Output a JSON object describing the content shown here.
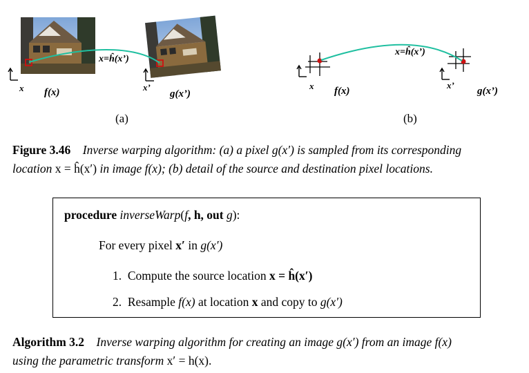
{
  "figure": {
    "panel_a": {
      "formula_label": "x=ĥ(x’)",
      "source_axis_label": "x",
      "source_image_label": "f(x)",
      "dest_axis_label": "x’",
      "dest_image_label": "g(x’)",
      "panel_label": "(a)"
    },
    "panel_b": {
      "formula_label": "x=ĥ(x’)",
      "source_axis_label": "x",
      "source_image_label": "f(x)",
      "dest_axis_label": "x’",
      "dest_image_label": "g(x’)",
      "panel_label": "(b)"
    },
    "caption": {
      "number": "Figure 3.46",
      "text_1": "Inverse warping algorithm: (a) a pixel ",
      "m1": "g(x′)",
      "text_2": " is sampled from its corresponding",
      "text_3": "location ",
      "m2": "x = ĥ(x′)",
      "text_4": " in image ",
      "m3": "f(x)",
      "text_5": "; (b) detail of the source and destination pixel locations."
    },
    "colors": {
      "curve": "#1fbfa0",
      "pixel_marker": "#cc1111"
    }
  },
  "algorithm": {
    "procedure_keyword": "procedure",
    "procedure_name": "inverseWarp",
    "procedure_args_open": "(",
    "arg_f": "f",
    "arg_h": ", h, ",
    "out_keyword": "out",
    "arg_g": "g",
    "procedure_args_close": "):",
    "loop_line_text": "For every pixel ",
    "loop_line_math1": "x′",
    "loop_line_in": " in ",
    "loop_line_math2": "g(x′)",
    "step1_number": "1.",
    "step1_text": "Compute the source location ",
    "step1_math": "x = ĥ(x′)",
    "step2_number": "2.",
    "step2_text_a": "Resample ",
    "step2_math_a": "f(x)",
    "step2_text_b": " at location ",
    "step2_math_b": "x",
    "step2_text_c": " and copy to ",
    "step2_math_c": "g(x′)"
  },
  "algo_caption": {
    "number": "Algorithm 3.2",
    "text_1": "Inverse warping algorithm for creating an image ",
    "m1": "g(x′)",
    "text_2": " from an image ",
    "m2": "f(x)",
    "text_3": "using the parametric transform ",
    "m3": "x′ = h(x)",
    "text_4": "."
  }
}
